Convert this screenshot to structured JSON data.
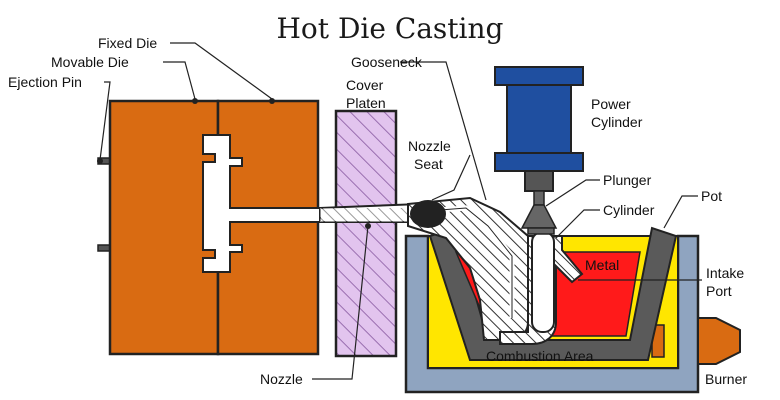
{
  "title": "Hot Die Casting",
  "labels": {
    "fixed_die": "Fixed Die",
    "movable_die": "Movable Die",
    "ejection_pin": "Ejection Pin",
    "cover_platen_1": "Cover",
    "cover_platen_2": "Platen",
    "gooseneck": "Gooseneck",
    "power_cylinder_1": "Power",
    "power_cylinder_2": "Cylinder",
    "nozzle_seat_1": "Nozzle",
    "nozzle_seat_2": "Seat",
    "plunger": "Plunger",
    "cylinder": "Cylinder",
    "pot": "Pot",
    "metal": "Metal",
    "intake_port_1": "Intake",
    "intake_port_2": "Port",
    "combustion_area": "Combustion Area",
    "nozzle": "Nozzle",
    "burner": "Burner"
  },
  "colors": {
    "die": "#d96b12",
    "platen": "#d9b3e6",
    "cylinder": "#1f4fa0",
    "metal": "#ff1a1a",
    "combustion": "#ffe600",
    "pot": "#5a5a5a",
    "housing": "#8fa4c0",
    "burner": "#d96b12"
  }
}
